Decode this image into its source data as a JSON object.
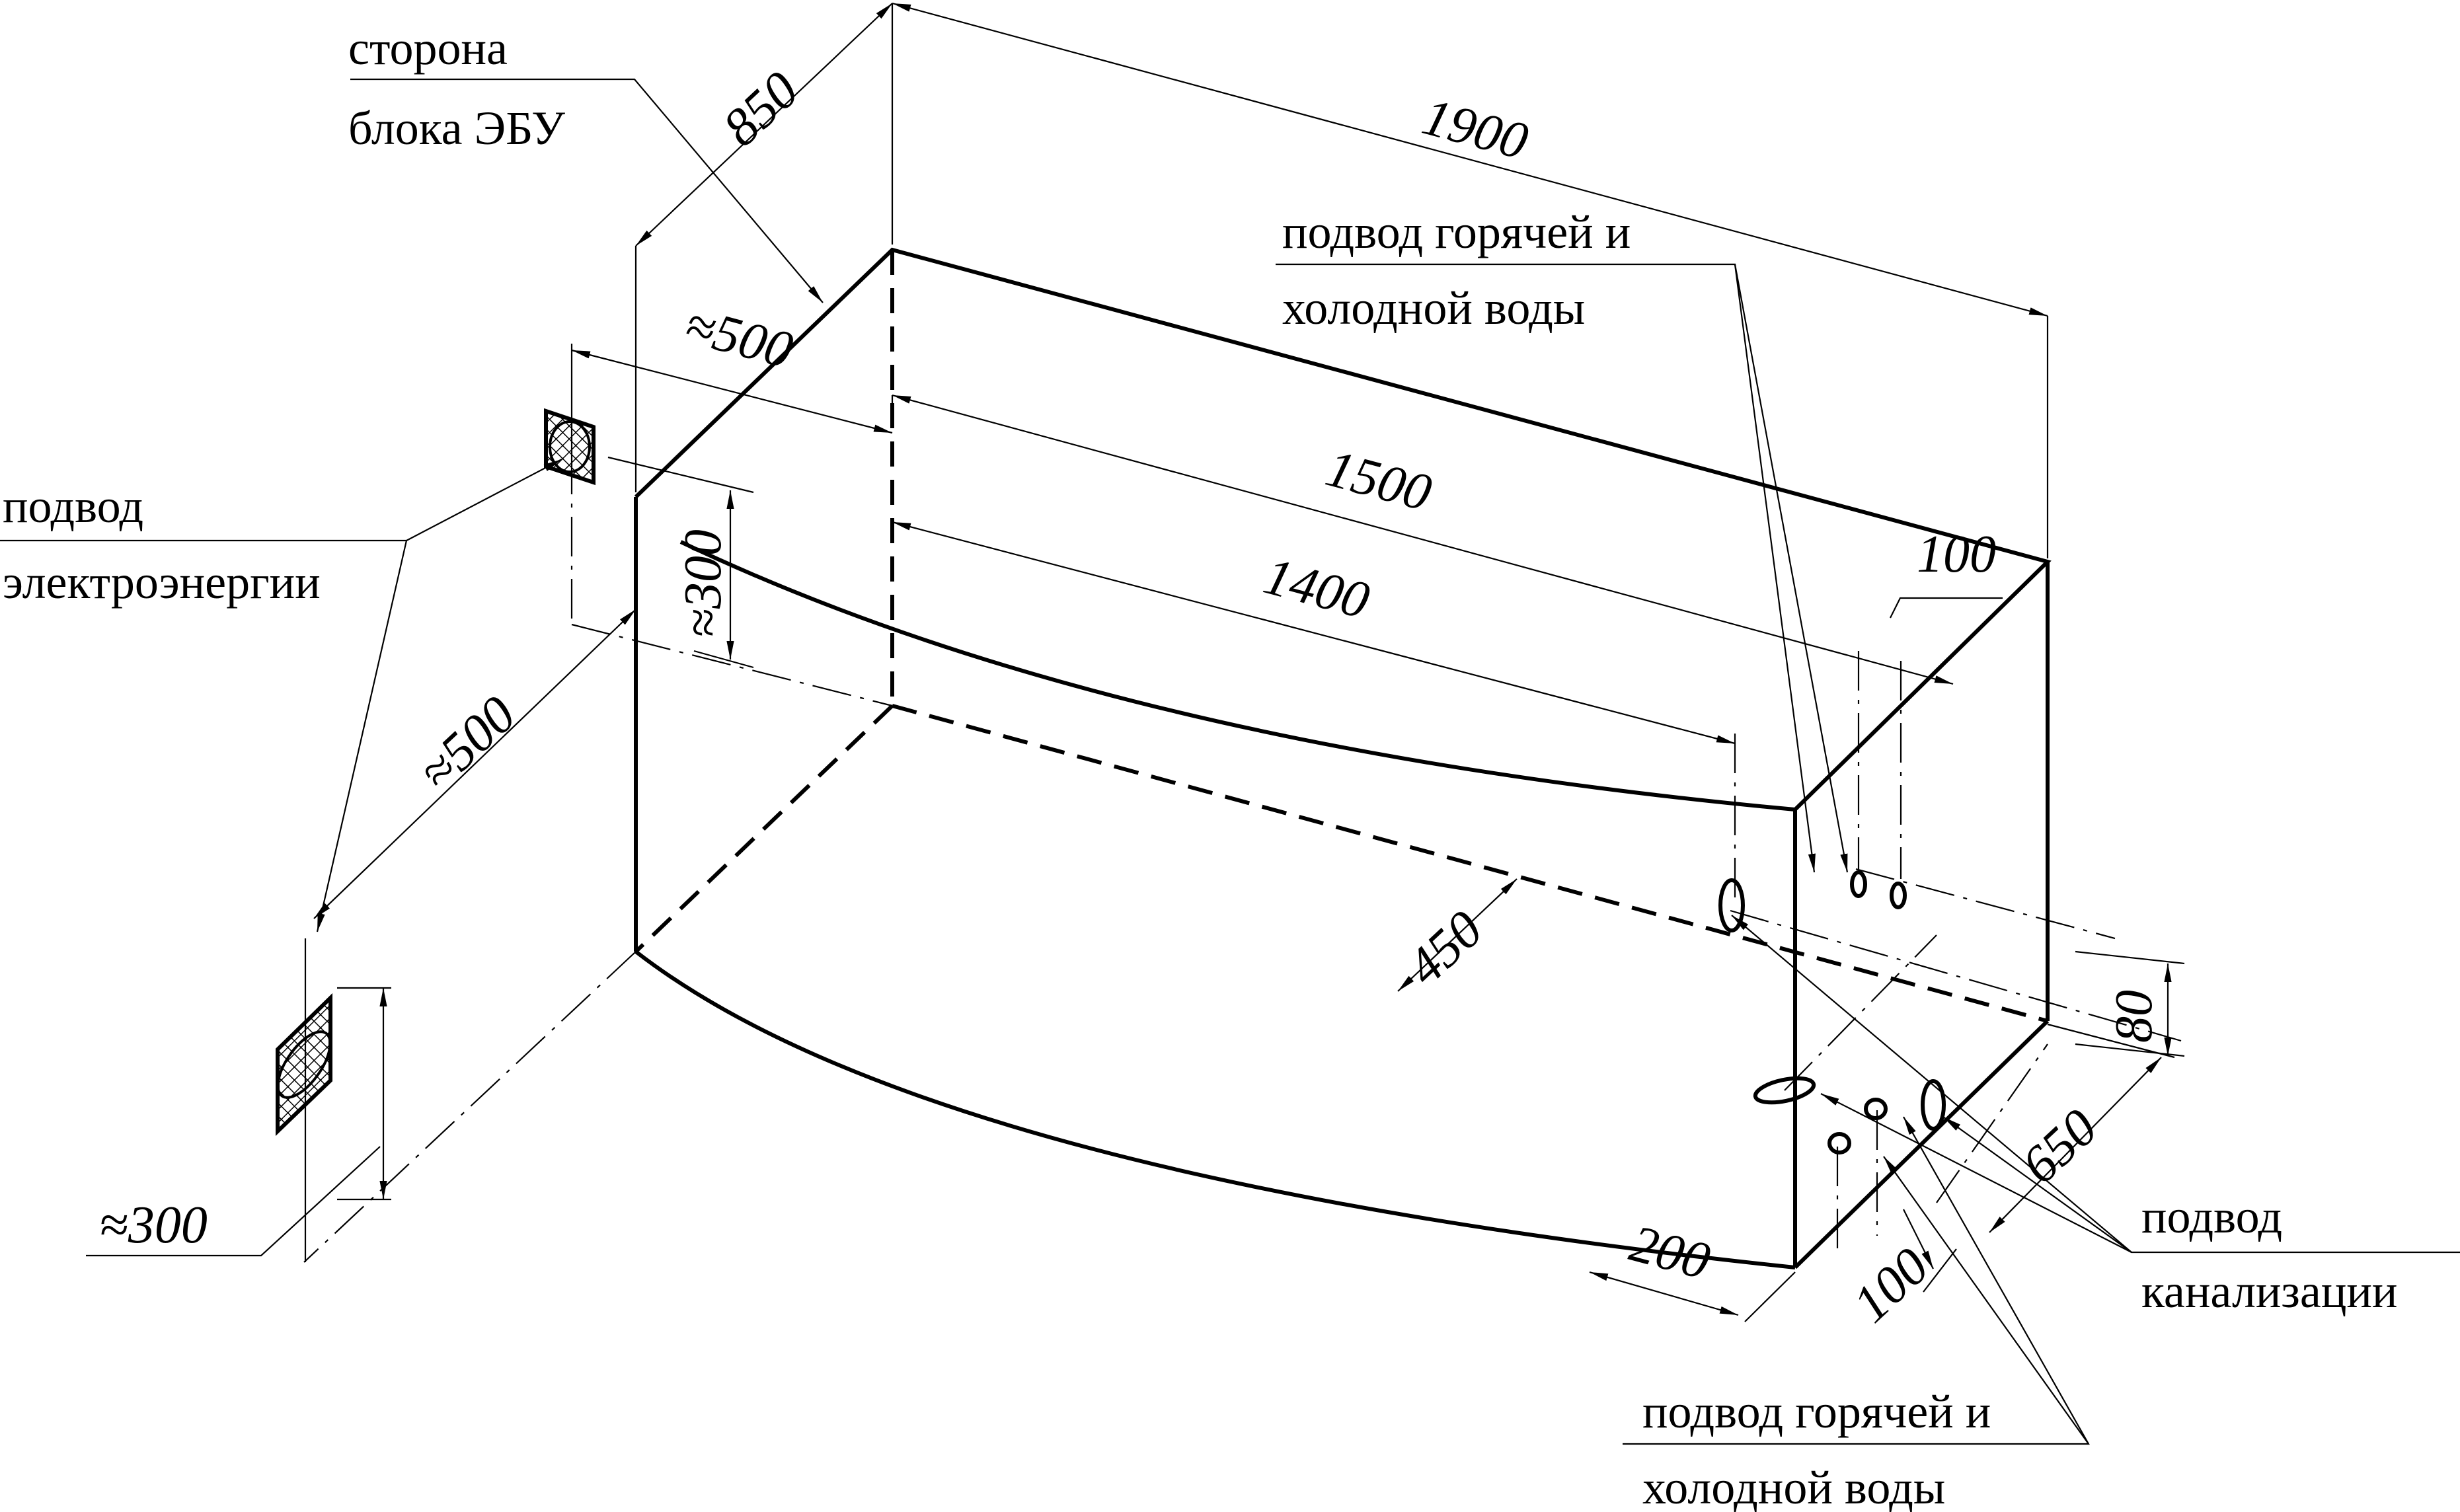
{
  "labels": {
    "ecu_side_line1": "сторона",
    "ecu_side_line2": "блока ЭБУ",
    "power_line1": "подвод",
    "power_line2": "электроэнергии",
    "water_top_line1": "подвод горячей и",
    "water_top_line2": "холодной воды",
    "water_bottom_line1": "подвод горячей и",
    "water_bottom_line2": "холодной воды",
    "sewer_line1": "подвод",
    "sewer_line2": "канализации"
  },
  "dimensions": {
    "length_total": "1900",
    "depth_total": "850",
    "ecu_offset": "≈500",
    "length_1500": "1500",
    "length_1400": "1400",
    "socket_height_top": "≈300",
    "socket_offset": "≈500",
    "socket_height_bottom": "≈300",
    "top_100": "100",
    "drain_450": "450",
    "height_80": "80",
    "depth_650": "650",
    "bottom_200": "200",
    "bottom_100": "100"
  },
  "icons": {
    "socket_top": "power-socket-hatched-icon",
    "socket_bottom": "power-socket-hatched-icon"
  }
}
